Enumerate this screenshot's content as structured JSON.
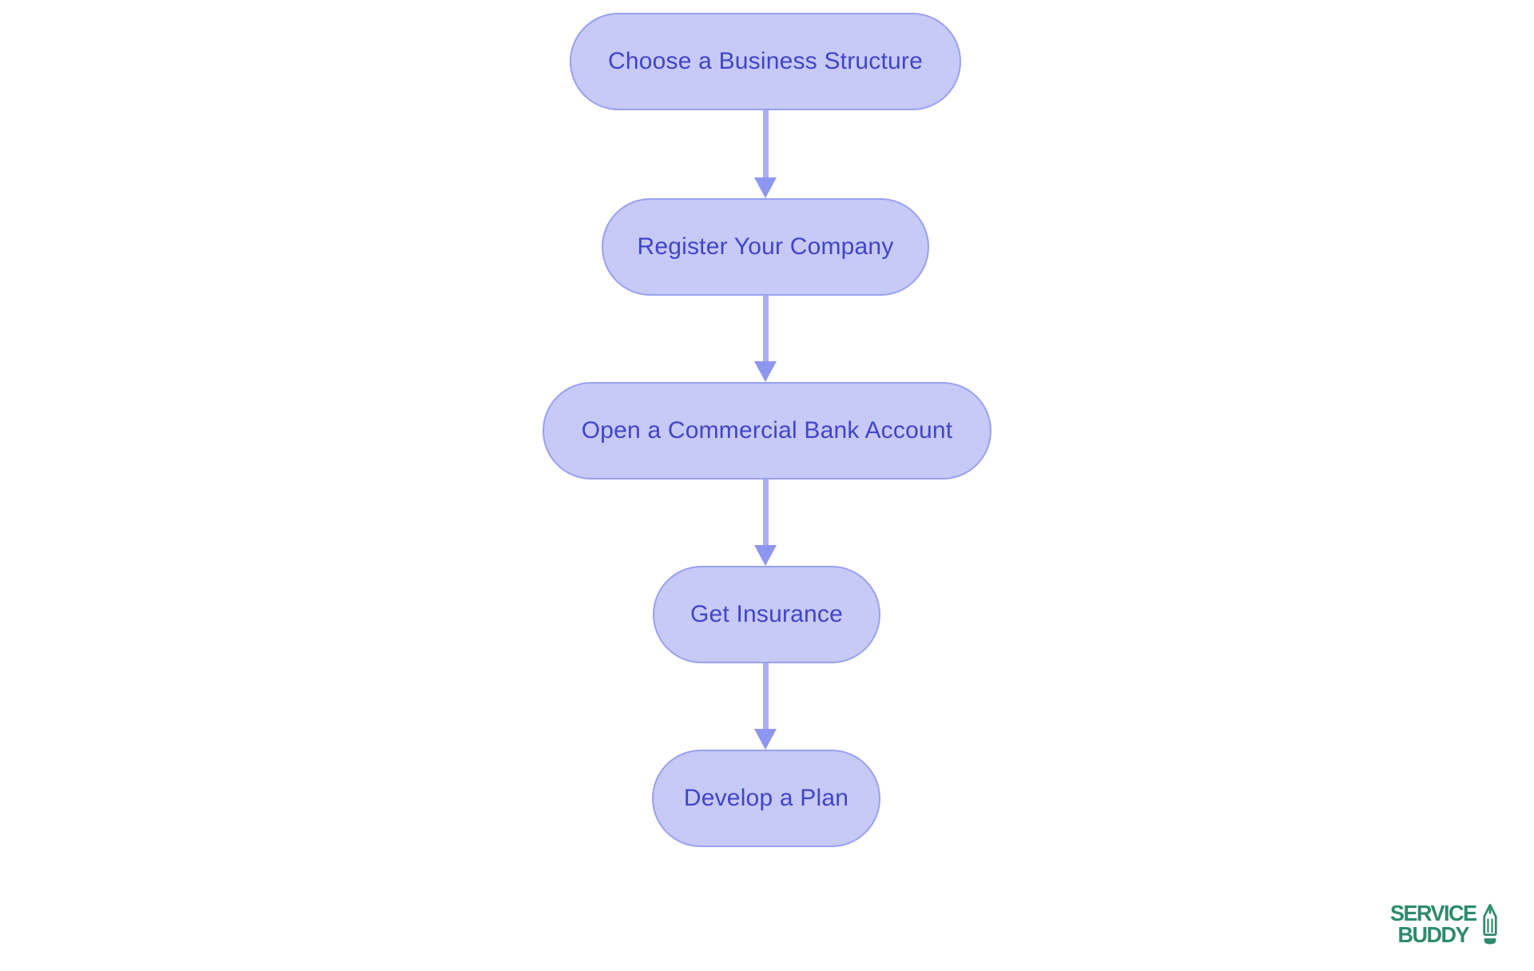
{
  "flowchart": {
    "type": "vertical-flow",
    "nodes": [
      {
        "id": "choose-business-structure",
        "label": "Choose a Business Structure"
      },
      {
        "id": "register-your-company",
        "label": "Register Your Company"
      },
      {
        "id": "open-commercial-bank-account",
        "label": "Open a Commercial Bank Account"
      },
      {
        "id": "get-insurance",
        "label": "Get Insurance"
      },
      {
        "id": "develop-a-plan",
        "label": "Develop a Plan"
      }
    ],
    "edges": [
      {
        "from": "choose-business-structure",
        "to": "register-your-company"
      },
      {
        "from": "register-your-company",
        "to": "open-commercial-bank-account"
      },
      {
        "from": "open-commercial-bank-account",
        "to": "get-insurance"
      },
      {
        "from": "get-insurance",
        "to": "develop-a-plan"
      }
    ],
    "colors": {
      "node_fill": "#c7c9f7",
      "node_border": "#9aa1f0",
      "node_text": "#4145c8",
      "arrow_line": "#a9aff3",
      "arrow_head": "#8e97ef"
    }
  },
  "logo": {
    "line1": "SERVICE",
    "line2": "BUDDY",
    "icon": "pencil-icon",
    "color": "#2e8a6e"
  }
}
